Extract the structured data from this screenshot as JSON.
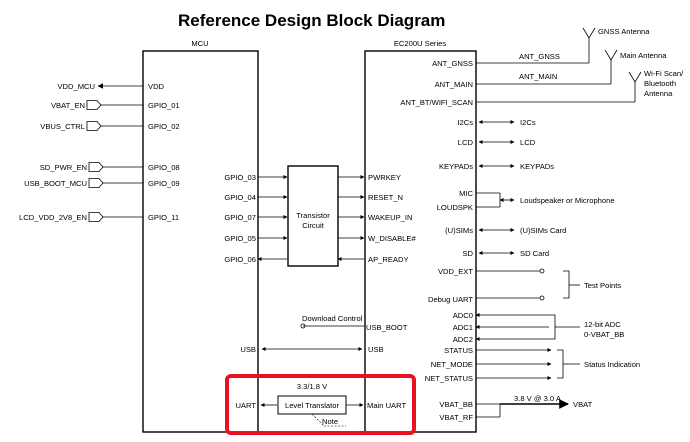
{
  "title": "Reference Design Block Diagram",
  "mcu": {
    "header": "MCU",
    "signals": [
      {
        "ext": "VDD_MCU",
        "pin": "VDD",
        "arrow": "out"
      },
      {
        "ext": "VBAT_EN",
        "pin": "GPIO_01",
        "arrow": "out"
      },
      {
        "ext": "VBUS_CTRL",
        "pin": "GPIO_02",
        "arrow": "out"
      },
      {
        "ext": "SD_PWR_EN",
        "pin": "GPIO_08",
        "arrow": "out"
      },
      {
        "ext": "USB_BOOT_MCU",
        "pin": "GPIO_09",
        "arrow": "out"
      },
      {
        "ext": "LCD_VDD_2V8_EN",
        "pin": "GPIO_11",
        "arrow": "out"
      }
    ],
    "gpio_to_transistor": [
      "GPIO_03",
      "GPIO_04",
      "GPIO_07",
      "GPIO_05",
      "GPIO_06"
    ],
    "usb": "USB",
    "uart": "UART"
  },
  "transistor": {
    "line1": "Transistor",
    "line2": "Circuit"
  },
  "module": {
    "header": "EC200U Series",
    "control_pins": [
      "PWRKEY",
      "RESET_N",
      "WAKEUP_IN",
      "W_DISABLE#",
      "AP_READY"
    ],
    "usb_boot": "USB_BOOT",
    "usb": "USB",
    "main_uart": "Main UART",
    "antennas": [
      {
        "pin": "ANT_GNSS",
        "net": "ANT_GNSS",
        "name": "GNSS Antenna"
      },
      {
        "pin": "ANT_MAIN",
        "net": "ANT_MAIN",
        "name": "Main Antenna"
      },
      {
        "pin": "ANT_BT/WIFI_SCAN",
        "name": "Wi-Fi Scan/ Bluetooth Antenna"
      }
    ],
    "interfaces": [
      {
        "pin": "I2Cs",
        "ext": "I2Cs"
      },
      {
        "pin": "LCD",
        "ext": "LCD"
      },
      {
        "pin": "KEYPADs",
        "ext": "KEYPADs"
      },
      {
        "pin": "MIC"
      },
      {
        "pin": "LOUDSPK"
      },
      {
        "pin": "(U)SIMs",
        "ext": "(U)SIMs Card"
      },
      {
        "pin": "SD",
        "ext": "SD Card"
      }
    ],
    "audio_ext": "Loudspeaker or Microphone",
    "test_pins": [
      "VDD_EXT",
      "Debug UART"
    ],
    "test_label": "Test Points",
    "adc_pins": [
      "ADC0",
      "ADC1",
      "ADC2"
    ],
    "adc_label_1": "12-bit ADC",
    "adc_label_2": "0-VBAT_BB",
    "status_pins": [
      "STATUS",
      "NET_MODE",
      "NET_STATUS"
    ],
    "status_label": "Status Indication",
    "vbat_pins": [
      "VBAT_BB",
      "VBAT_RF"
    ],
    "vbat_spec": "3.8 V @ 3.0 A",
    "vbat_out": "VBAT"
  },
  "download_control": "Download Control",
  "level_translator": {
    "label": "Level Translator",
    "voltage": "3.3/1.8 V",
    "note": "Note"
  },
  "colors": {
    "line": "#000000",
    "highlight": "#e8121f",
    "background": "#ffffff"
  }
}
